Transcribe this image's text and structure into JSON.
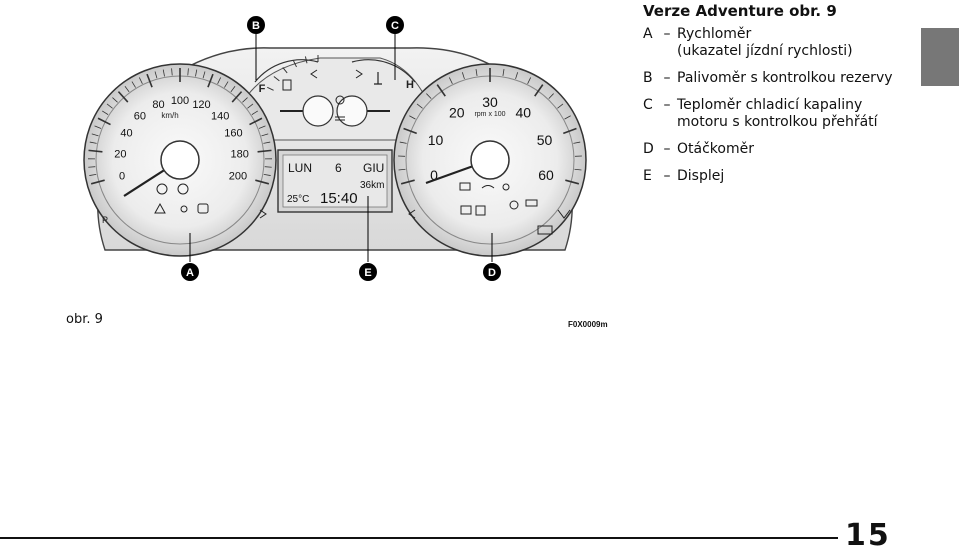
{
  "heading": "Verze Adventure obr. 9",
  "legend": [
    {
      "letter": "A",
      "dash": "–",
      "text": "Rychloměr",
      "cont": "(ukazatel jízdní rychlosti)"
    },
    {
      "letter": "B",
      "dash": "–",
      "text": "Palivoměr s kontrolkou rezervy"
    },
    {
      "letter": "C",
      "dash": "–",
      "text": "Teploměr chladicí kapaliny",
      "cont": "motoru s kontrolkou přehřátí"
    },
    {
      "letter": "D",
      "dash": "–",
      "text": "Otáčkoměr"
    },
    {
      "letter": "E",
      "dash": "–",
      "text": "Displej"
    }
  ],
  "figure": {
    "caption": "obr. 9",
    "code": "F0X0009m",
    "callouts": {
      "a": "A",
      "b": "B",
      "c": "C",
      "d": "D",
      "e": "E"
    },
    "speedometer": {
      "unit": "km/h",
      "ticks": [
        "0",
        "20",
        "40",
        "60",
        "80",
        "100",
        "120",
        "140",
        "160",
        "180",
        "200"
      ]
    },
    "fuel_gauge": {
      "full": "F"
    },
    "temp_gauge": {
      "hot": "H"
    },
    "tachometer": {
      "unit": "rpm x 100",
      "ticks": [
        "0",
        "10",
        "20",
        "30",
        "40",
        "50",
        "60"
      ]
    },
    "display": {
      "day": "LUN",
      "date_day": "6",
      "month": "GIU",
      "distance": "36km",
      "temperature": "25°C",
      "time": "15:40"
    },
    "parking_label": "P"
  },
  "page_number": "15"
}
